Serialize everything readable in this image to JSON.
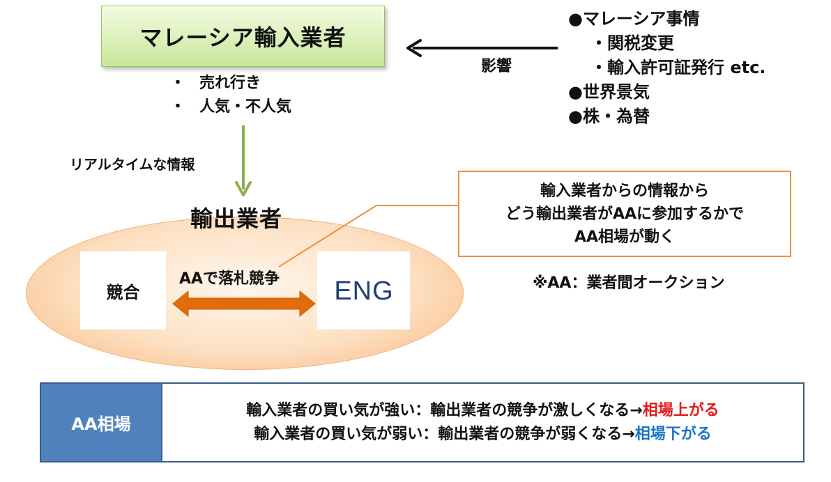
{
  "importer": {
    "title": "マレーシア輸入業者",
    "bullets": [
      {
        "dot": "・",
        "text": "売れ行き"
      },
      {
        "dot": "・",
        "text": "人気・不人気"
      }
    ]
  },
  "influence_label": "影響",
  "factors": {
    "malaysia": "●マレーシア事情",
    "tariff": "・関税変更",
    "permit": "・輸入許可証発行 etc.",
    "economy": "●世界景気",
    "stock_fx": "●株・為替"
  },
  "realtime_label": "リアルタイムな情報",
  "exporter_title": "輸出業者",
  "kyogo": "競合",
  "aa_bid_label": "AAで落札競争",
  "eng_logo": "ENG",
  "callout": {
    "line1": "輸入業者からの情報から",
    "line2": "どう輸出業者がAAに参加するかで",
    "line3": "AA相場が動く"
  },
  "note": "※AA：業者間オークション",
  "market": {
    "header": "AA相場",
    "row1_text": "輸入業者の買い気が強い：輸出業者の競争が激しくなる→",
    "row1_result": "相場上がる",
    "row2_text": "輸入業者の買い気が弱い：輸出業者の競争が弱くなる→",
    "row2_result": "相場下がる"
  },
  "colors": {
    "importer_box": "#c9e79a",
    "ellipse": "#f7b57b",
    "orange_arrow": "#e36c0a",
    "green_arrow": "#8db04f",
    "market_header": "#4f81bd",
    "up": "#e31a1a",
    "down": "#1a73c6"
  }
}
